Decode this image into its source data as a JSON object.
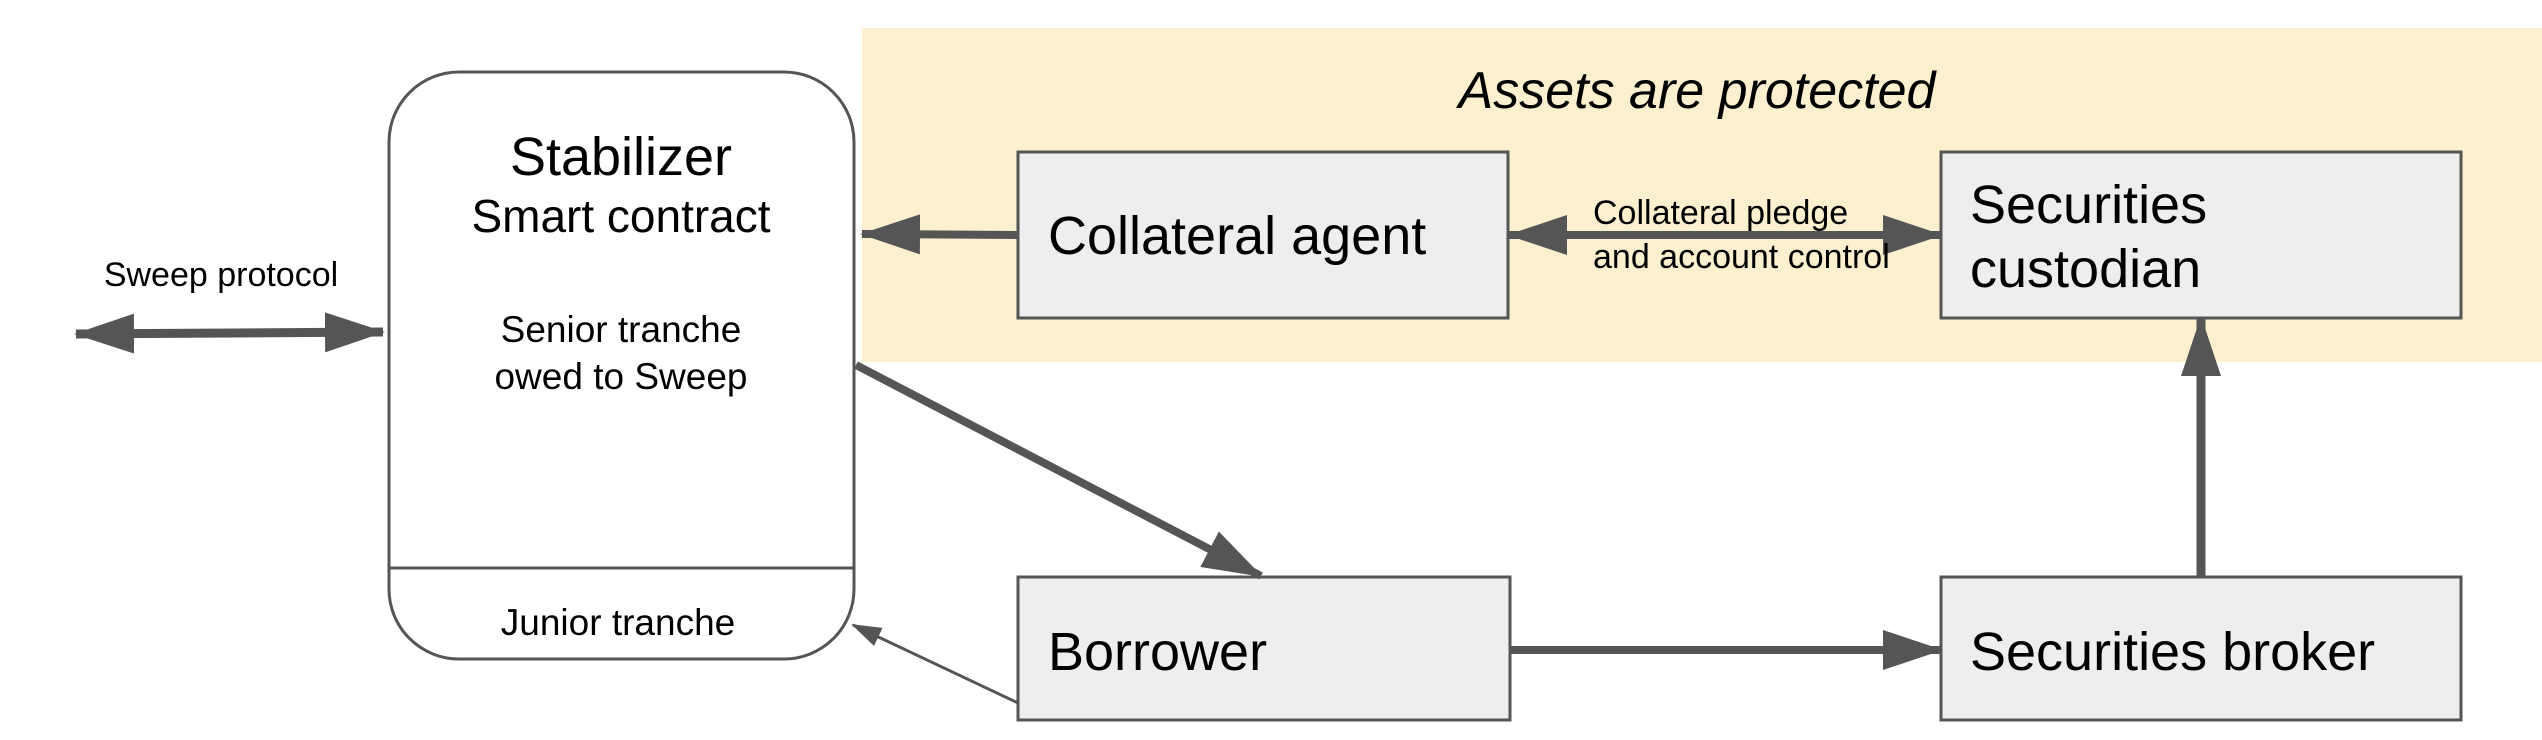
{
  "protected_zone": {
    "title": "Assets are protected",
    "fill_color": "#fcf0cf"
  },
  "stabilizer": {
    "title": "Stabilizer",
    "subtitle": "Smart contract",
    "senior_line1": "Senior tranche",
    "senior_line2": "owed to Sweep",
    "junior_label": "Junior tranche"
  },
  "sweep_protocol": {
    "label": "Sweep protocol"
  },
  "collateral_agent": {
    "label": "Collateral agent"
  },
  "securities_custodian": {
    "line1": "Securities",
    "line2": "custodian"
  },
  "borrower": {
    "label": "Borrower"
  },
  "securities_broker": {
    "label": "Securities broker"
  },
  "pledge_edge": {
    "line1": "Collateral pledge",
    "line2": "and account control"
  },
  "colors": {
    "node_fill": "#eeeeee",
    "node_stroke": "#555555",
    "arrow": "#555555"
  }
}
